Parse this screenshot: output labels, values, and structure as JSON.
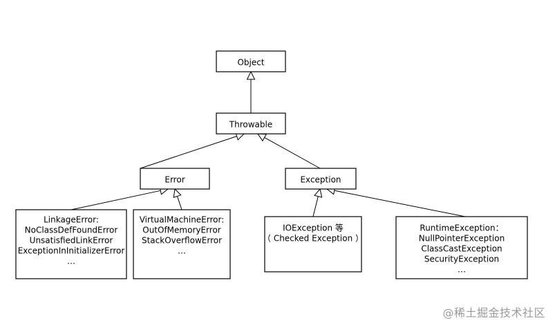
{
  "diagram": {
    "nodes": {
      "object": {
        "lines": [
          "Object"
        ]
      },
      "throwable": {
        "lines": [
          "Throwable"
        ]
      },
      "error": {
        "lines": [
          "Error"
        ]
      },
      "exception": {
        "lines": [
          "Exception"
        ]
      },
      "linkage_errors": {
        "lines": [
          "LinkageError:",
          "NoClassDefFoundError",
          "UnsatisfiedLinkError",
          "ExceptionInInitializerError",
          "…"
        ]
      },
      "vm_errors": {
        "lines": [
          "VirtualMachineError:",
          "OutOfMemoryError",
          "StackOverflowError",
          "…"
        ]
      },
      "io_exceptions": {
        "lines": [
          "IOException 等",
          "（ Checked Exception ）"
        ]
      },
      "runtime_exceptions": {
        "lines": [
          "RuntimeException：",
          "NullPointerException",
          "ClassCastException",
          "SecurityException",
          "…"
        ]
      }
    },
    "edges": [
      {
        "from": "throwable",
        "to": "object"
      },
      {
        "from": "error",
        "to": "throwable"
      },
      {
        "from": "exception",
        "to": "throwable"
      },
      {
        "from": "linkage_errors",
        "to": "error"
      },
      {
        "from": "vm_errors",
        "to": "error"
      },
      {
        "from": "io_exceptions",
        "to": "exception"
      },
      {
        "from": "runtime_exceptions",
        "to": "exception"
      }
    ]
  },
  "watermark": "@稀土掘金技术社区"
}
